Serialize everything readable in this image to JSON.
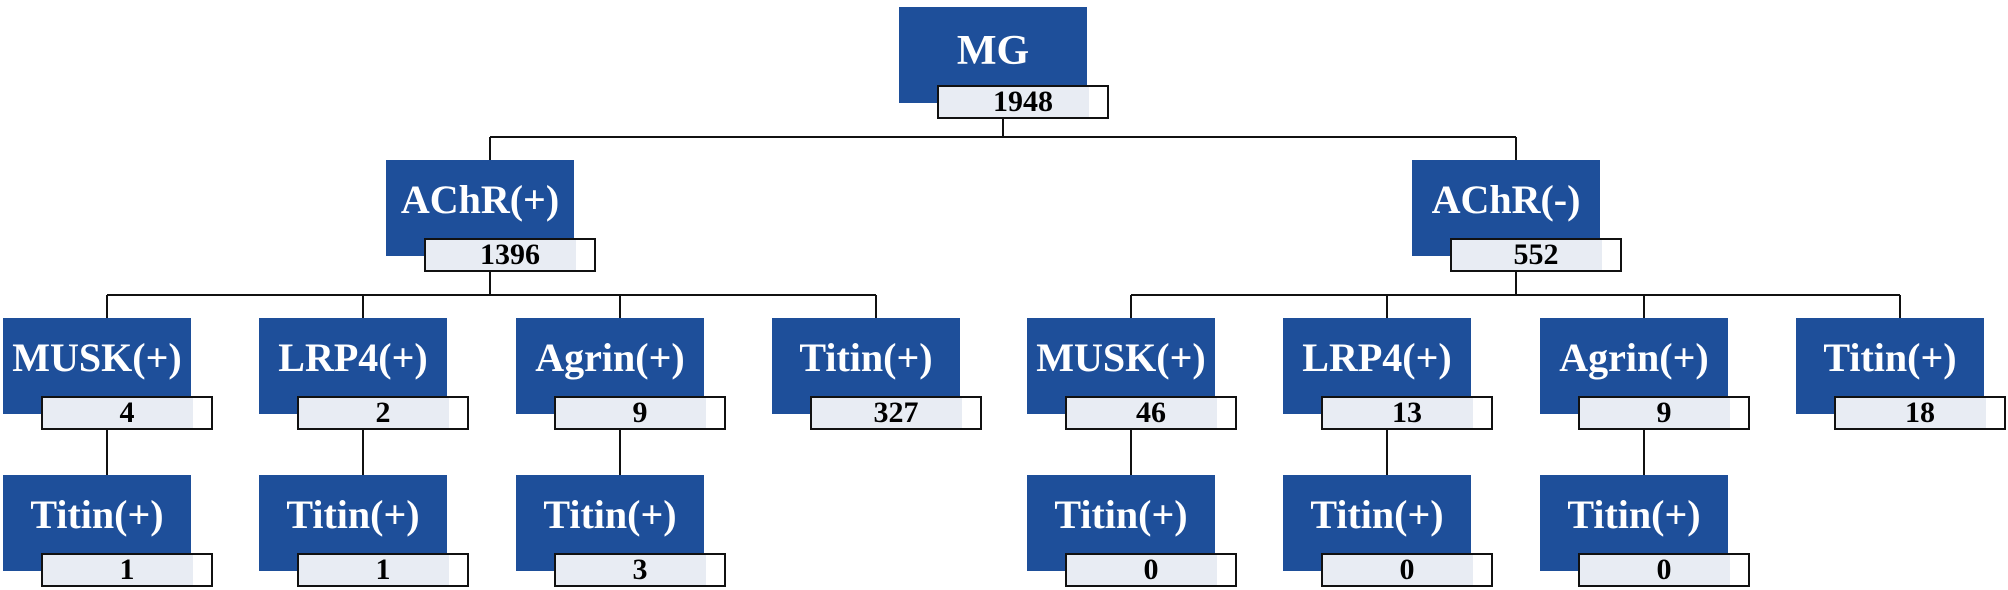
{
  "diagram": {
    "type": "tree",
    "nodes": [
      {
        "id": "mg",
        "label": "MG",
        "count": "1948"
      },
      {
        "id": "achr-pos",
        "label": "AChR(+)",
        "count": "1396",
        "parent": "mg"
      },
      {
        "id": "achr-neg",
        "label": "AChR(-)",
        "count": "552",
        "parent": "mg"
      },
      {
        "id": "pos-musk",
        "label": "MUSK(+)",
        "count": "4",
        "parent": "achr-pos"
      },
      {
        "id": "pos-lrp4",
        "label": "LRP4(+)",
        "count": "2",
        "parent": "achr-pos"
      },
      {
        "id": "pos-agrin",
        "label": "Agrin(+)",
        "count": "9",
        "parent": "achr-pos"
      },
      {
        "id": "pos-titin",
        "label": "Titin(+)",
        "count": "327",
        "parent": "achr-pos"
      },
      {
        "id": "neg-musk",
        "label": "MUSK(+)",
        "count": "46",
        "parent": "achr-neg"
      },
      {
        "id": "neg-lrp4",
        "label": "LRP4(+)",
        "count": "13",
        "parent": "achr-neg"
      },
      {
        "id": "neg-agrin",
        "label": "Agrin(+)",
        "count": "9",
        "parent": "achr-neg"
      },
      {
        "id": "neg-titin",
        "label": "Titin(+)",
        "count": "18",
        "parent": "achr-neg"
      },
      {
        "id": "pos-musk-titin",
        "label": "Titin(+)",
        "count": "1",
        "parent": "pos-musk"
      },
      {
        "id": "pos-lrp4-titin",
        "label": "Titin(+)",
        "count": "1",
        "parent": "pos-lrp4"
      },
      {
        "id": "pos-agrin-titin",
        "label": "Titin(+)",
        "count": "3",
        "parent": "pos-agrin"
      },
      {
        "id": "neg-musk-titin",
        "label": "Titin(+)",
        "count": "0",
        "parent": "neg-musk"
      },
      {
        "id": "neg-lrp4-titin",
        "label": "Titin(+)",
        "count": "0",
        "parent": "neg-lrp4"
      },
      {
        "id": "neg-agrin-titin",
        "label": "Titin(+)",
        "count": "0",
        "parent": "neg-agrin"
      }
    ]
  },
  "colors": {
    "node_fill": "#1e4f9a",
    "node_text": "#ffffff",
    "count_strip": "#e8ecf3",
    "line": "#111111"
  }
}
